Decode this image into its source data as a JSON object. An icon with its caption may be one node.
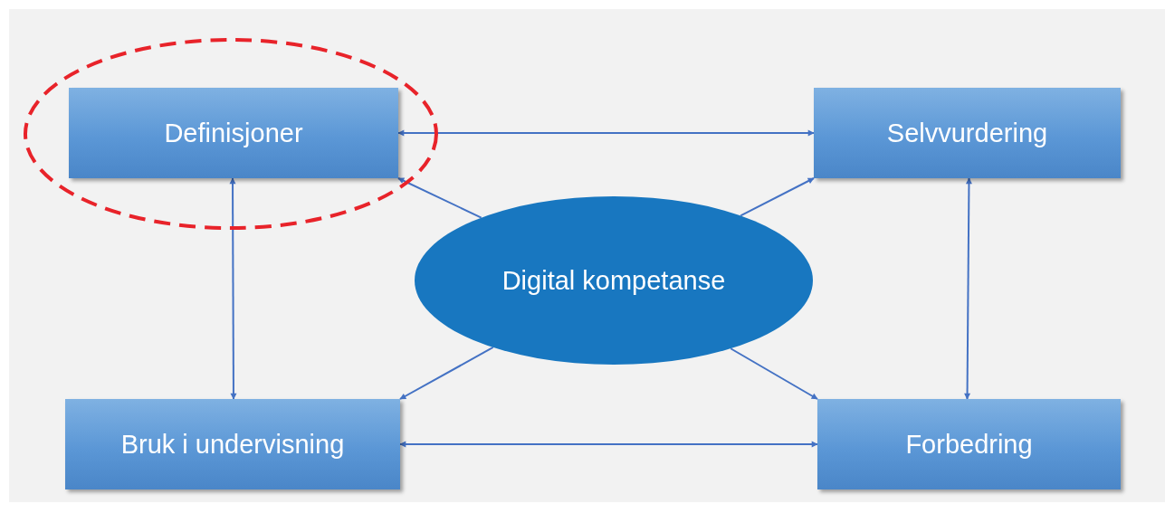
{
  "diagram": {
    "nodes": [
      {
        "text": [
          "Definisjoner"
        ]
      },
      {
        "text": [
          "Selvvurdering"
        ]
      },
      {
        "text": [
          "Digital kompetanse"
        ]
      },
      {
        "text": [
          "Bruk i undervisning"
        ]
      },
      {
        "text": [
          "Forbedring"
        ]
      }
    ],
    "edges": [
      {
        "from": 0,
        "to": 1,
        "arrow": "both"
      },
      {
        "from": 2,
        "to": 0,
        "arrow": "to"
      },
      {
        "from": 2,
        "to": 1,
        "arrow": "to"
      },
      {
        "from": 0,
        "to": 3,
        "arrow": "both"
      },
      {
        "from": 1,
        "to": 4,
        "arrow": "both"
      },
      {
        "from": 2,
        "to": 3,
        "arrow": "to"
      },
      {
        "from": 2,
        "to": 4,
        "arrow": "to"
      },
      {
        "from": 3,
        "to": 4,
        "arrow": "both"
      }
    ]
  }
}
